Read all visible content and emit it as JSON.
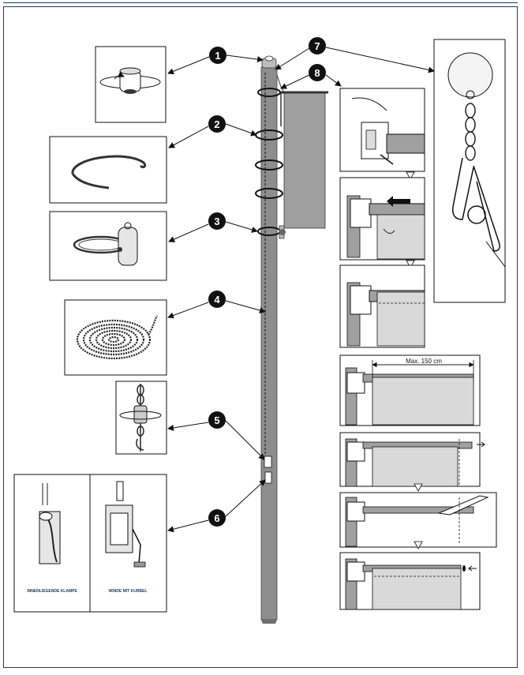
{
  "callouts": [
    "1",
    "2",
    "3",
    "4",
    "5",
    "6",
    "7",
    "8"
  ],
  "labels": {
    "clamp": "INNENLIEGENDE KLAMPE",
    "winch": "WINDE MIT KURBEL",
    "max_width": "Max. 150 cm"
  },
  "colors": {
    "frame": "#1f3d6b",
    "pole": "#8d8d8d",
    "banner": "#d9d9d9",
    "badge": "#111111"
  }
}
